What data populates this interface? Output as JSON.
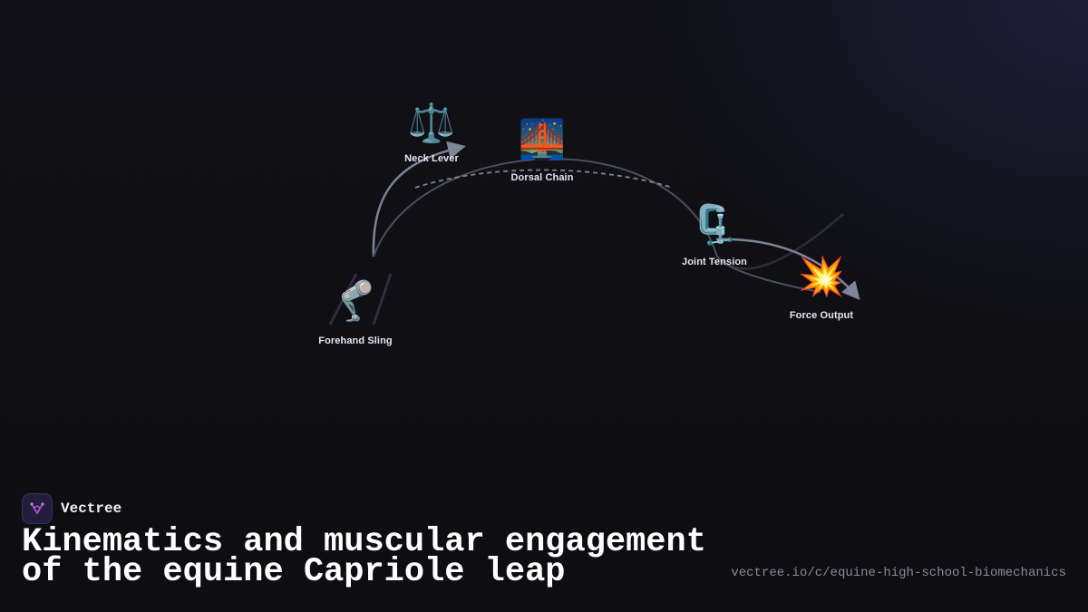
{
  "diagram": {
    "nodes": [
      {
        "id": "forehand_sling",
        "label": "Forehand Sling",
        "icon": "mechanical-leg-icon",
        "emoji": "🦿"
      },
      {
        "id": "neck_lever",
        "label": "Neck Lever",
        "icon": "balance-scale-icon",
        "emoji": "⚖️"
      },
      {
        "id": "dorsal_chain",
        "label": "Dorsal Chain",
        "icon": "bridge-at-night-icon",
        "emoji": "🌉"
      },
      {
        "id": "joint_tension",
        "label": "Joint Tension",
        "icon": "clamp-icon",
        "emoji": "🗜️"
      },
      {
        "id": "force_output",
        "label": "Force Output",
        "icon": "collision-icon",
        "emoji": "💥"
      }
    ],
    "edges": [
      {
        "from": "forehand_sling",
        "to": "neck_lever",
        "style": "solid-arrow"
      },
      {
        "from": "forehand_sling",
        "to": "joint_tension",
        "style": "solid"
      },
      {
        "from": "neck_lever",
        "to": "joint_tension",
        "style": "dashed"
      },
      {
        "from": "joint_tension",
        "to": "force_output",
        "style": "solid-arrow"
      }
    ],
    "colors": {
      "edge": "#7d8596",
      "background": "#0f0f14",
      "label": "#e6e6ee"
    }
  },
  "brand": {
    "name": "Vectree",
    "logo_icon": "vectree-logo-icon",
    "accent": "#b04fd6"
  },
  "title": "Kinematics and muscular engagement of the equine Capriole leap",
  "url": "vectree.io/c/equine-high-school-biomechanics"
}
